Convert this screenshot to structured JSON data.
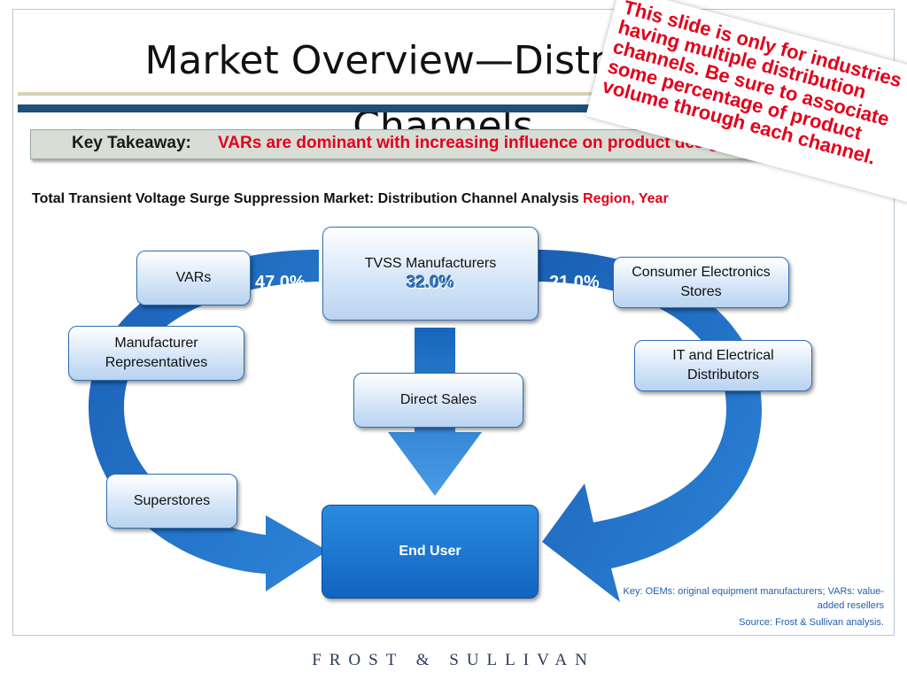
{
  "slide": {
    "title": "Market Overview—Distribution Channels",
    "takeaway_label": "Key Takeaway:",
    "takeaway_text": "VARs are dominant with increasing influence on product design",
    "subtitle_main": "Total Transient Voltage Surge Suppression Market: Distribution Channel Analysis",
    "subtitle_red": "Region, Year",
    "note": "This slide is only for industries having multiple distribution channels. Be sure to associate some percentage of product volume through each channel.",
    "key": "Key: OEMs: original equipment manufacturers; VARs: value-added resellers",
    "source": "Source: Frost & Sullivan analysis.",
    "footer": "FROST & SULLIVAN"
  },
  "diagram": {
    "manufacturers": "TVSS Manufacturers",
    "manufacturers_pct": "32.0%",
    "left_pct": "47.0%",
    "right_pct": "21.0%",
    "vars": "VARs",
    "manufacturer_reps": "Manufacturer Representatives",
    "superstores": "Superstores",
    "consumer_electronics": "Consumer Electronics Stores",
    "it_electrical": "IT and Electrical Distributors",
    "direct_sales": "Direct Sales",
    "end_user": "End User"
  },
  "colors": {
    "accent": "#1f6fc4",
    "highlight": "#e3001b",
    "brand": "#1f4e79"
  }
}
